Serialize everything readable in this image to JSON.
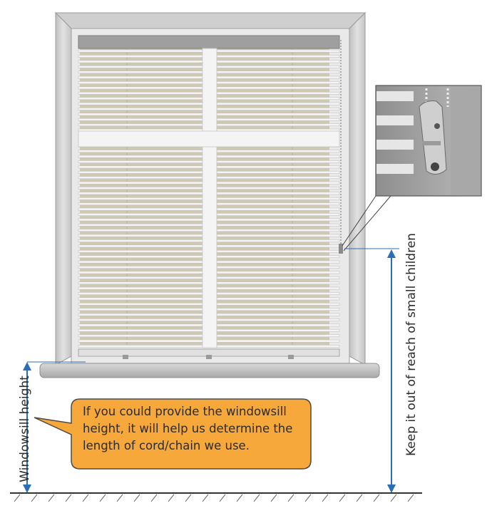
{
  "labels": {
    "windowsill_height": "Windowsill height",
    "reach_warning": "Keep it out of reach of small children"
  },
  "callout": {
    "lines": [
      "If you could provide the windowsill",
      "height,  it will help us determine the",
      "length of cord/chain we use."
    ]
  },
  "colors": {
    "callout_fill": "#F7A83A",
    "callout_border": "#4A4A4A",
    "dimension_arrow": "#2A6FB5",
    "fabric": "#CFC9B3",
    "frame": "#D9D9D9",
    "slat": "#F2F2F2"
  }
}
